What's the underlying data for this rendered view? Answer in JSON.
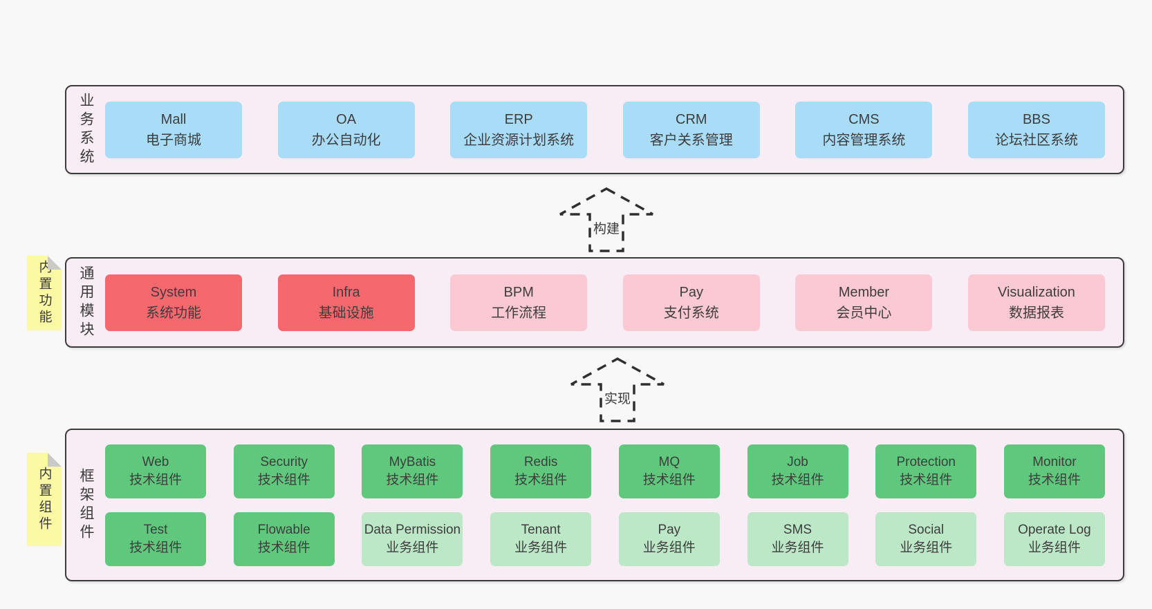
{
  "page": {
    "background": "#f8f8f8"
  },
  "colors": {
    "layer_background": "#f8edf5",
    "layer_border": "#3b3b3b",
    "blue": "#a9dcf7",
    "red": "#f5696e",
    "pink": "#fbc9d3",
    "green": "#5fc87c",
    "light_green": "#bde8c7",
    "note_yellow": "#fbf9a3",
    "fold_gray": "#c9c9c9",
    "text": "#3d3d3d"
  },
  "arrows": [
    {
      "label": "构建"
    },
    {
      "label": "实现"
    }
  ],
  "layers": [
    {
      "label": "业务系统",
      "boxes": [
        {
          "title": "Mall",
          "subtitle": "电子商城"
        },
        {
          "title": "OA",
          "subtitle": "办公自动化"
        },
        {
          "title": "ERP",
          "subtitle": "企业资源计划系统"
        },
        {
          "title": "CRM",
          "subtitle": "客户关系管理"
        },
        {
          "title": "CMS",
          "subtitle": "内容管理系统"
        },
        {
          "title": "BBS",
          "subtitle": "论坛社区系统"
        }
      ]
    },
    {
      "label": "通用模块",
      "note": "内置功能",
      "boxes": [
        {
          "title": "System",
          "subtitle": "系统功能",
          "variant": "red"
        },
        {
          "title": "Infra",
          "subtitle": "基础设施",
          "variant": "red"
        },
        {
          "title": "BPM",
          "subtitle": "工作流程",
          "variant": "pink"
        },
        {
          "title": "Pay",
          "subtitle": "支付系统",
          "variant": "pink"
        },
        {
          "title": "Member",
          "subtitle": "会员中心",
          "variant": "pink"
        },
        {
          "title": "Visualization",
          "subtitle": "数据报表",
          "variant": "pink"
        }
      ]
    },
    {
      "label": "框架组件",
      "note": "内置组件",
      "rows": [
        [
          {
            "title": "Web",
            "subtitle": "技术组件",
            "variant": "green"
          },
          {
            "title": "Security",
            "subtitle": "技术组件",
            "variant": "green"
          },
          {
            "title": "MyBatis",
            "subtitle": "技术组件",
            "variant": "green"
          },
          {
            "title": "Redis",
            "subtitle": "技术组件",
            "variant": "green"
          },
          {
            "title": "MQ",
            "subtitle": "技术组件",
            "variant": "green"
          },
          {
            "title": "Job",
            "subtitle": "技术组件",
            "variant": "green"
          },
          {
            "title": "Protection",
            "subtitle": "技术组件",
            "variant": "green"
          },
          {
            "title": "Monitor",
            "subtitle": "技术组件",
            "variant": "green"
          }
        ],
        [
          {
            "title": "Test",
            "subtitle": "技术组件",
            "variant": "green"
          },
          {
            "title": "Flowable",
            "subtitle": "技术组件",
            "variant": "green"
          },
          {
            "title": "Data Permission",
            "subtitle": "业务组件",
            "variant": "light-green"
          },
          {
            "title": "Tenant",
            "subtitle": "业务组件",
            "variant": "light-green"
          },
          {
            "title": "Pay",
            "subtitle": "业务组件",
            "variant": "light-green"
          },
          {
            "title": "SMS",
            "subtitle": "业务组件",
            "variant": "light-green"
          },
          {
            "title": "Social",
            "subtitle": "业务组件",
            "variant": "light-green"
          },
          {
            "title": "Operate Log",
            "subtitle": "业务组件",
            "variant": "light-green"
          }
        ]
      ]
    }
  ]
}
